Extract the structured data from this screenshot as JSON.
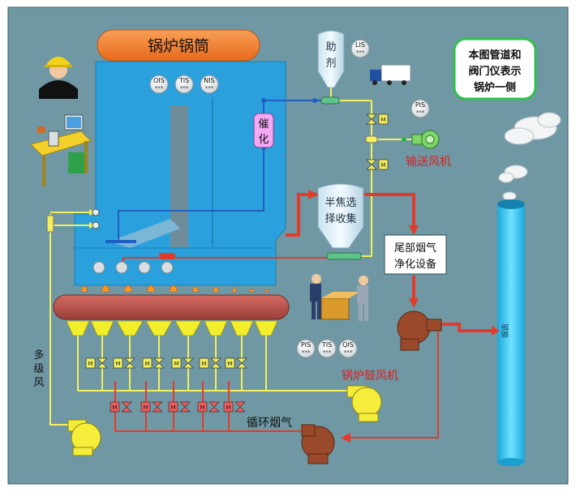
{
  "labels": {
    "drum": "锅炉锅筒",
    "additive": "助剂",
    "catalyst": "催化",
    "semi_coke": "半焦选择收集",
    "conveyor_fan": "输送风机",
    "tail_gas": "尾部烟气净化设备",
    "blower": "锅炉鼓风机",
    "recirc": "循环烟气",
    "multistage_air": "多级风",
    "note": "本图管道和阀门仪表示锅炉一侧",
    "chimney": "烟囱"
  },
  "instruments": {
    "stars": "***",
    "ois": "OIS",
    "tis": "TIS",
    "nis": "NIS",
    "lis": "LIS",
    "pis": "PIS",
    "qis": "QIS"
  },
  "valve_mark": "M",
  "colors": {
    "background": "#6f98a4",
    "furnace": "#2aa0dc",
    "drum": "#f07a22",
    "hopper": "#f2ee2a",
    "grate": "#b8504a",
    "pipe_red": "#e23b2b",
    "pipe_yellow": "#f3ef5a",
    "pipe_blue": "#1f5fbf",
    "chimney": "#39c9f2",
    "fan_brown": "#9a4a2a",
    "fan_yellow": "#f6ec3a"
  }
}
